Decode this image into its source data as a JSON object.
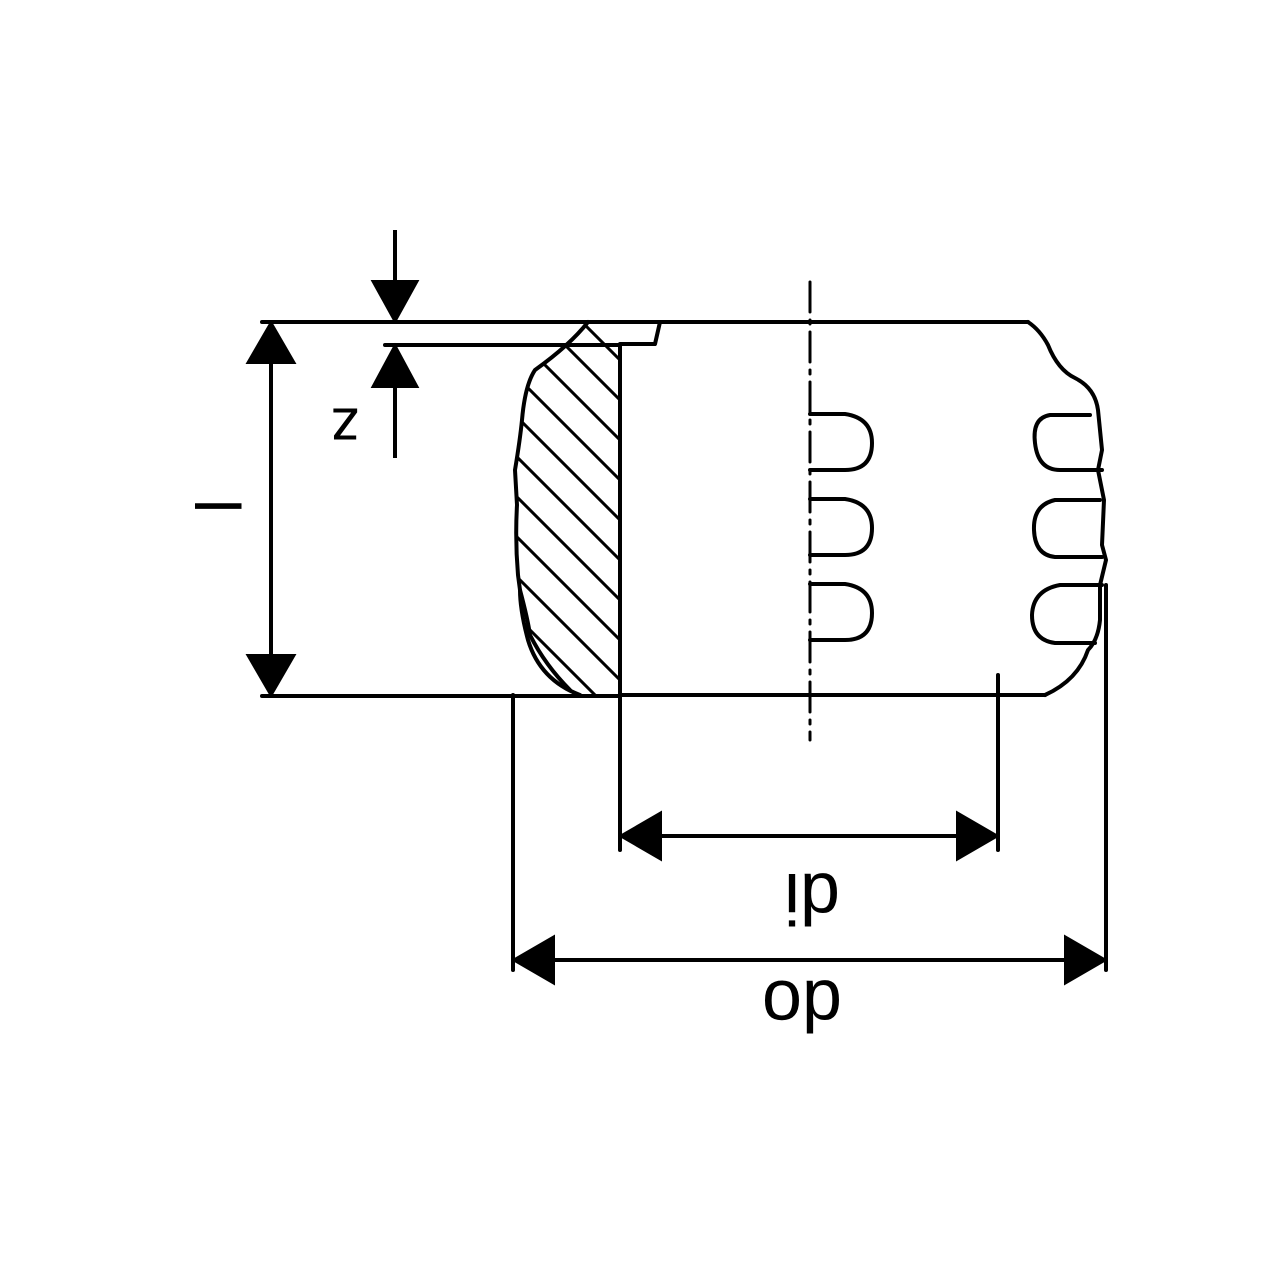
{
  "labels": {
    "length": "l",
    "z": "z",
    "inner_diameter": "di",
    "outer_diameter": "do"
  },
  "colors": {
    "line": "#000000",
    "background": "#ffffff"
  }
}
